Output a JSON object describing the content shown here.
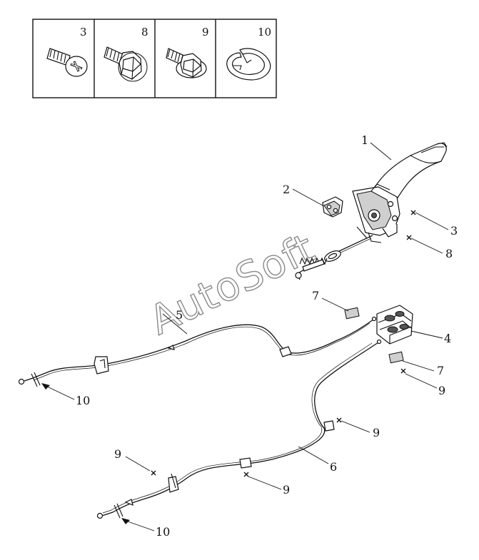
{
  "inset": {
    "cells": [
      {
        "number": "3",
        "icon": "pan-head-screw-icon"
      },
      {
        "number": "8",
        "icon": "hex-bolt-icon"
      },
      {
        "number": "9",
        "icon": "flange-bolt-icon"
      },
      {
        "number": "10",
        "icon": "e-clip-icon"
      }
    ]
  },
  "watermark": "AutoSoft",
  "callouts": {
    "c1": "1",
    "c2": "2",
    "c3": "3",
    "c4": "4",
    "c5": "5",
    "c6": "6",
    "c7a": "7",
    "c7b": "7",
    "c8": "8",
    "c9a": "9",
    "c9b": "9",
    "c9c": "9",
    "c9d": "9",
    "c10a": "10",
    "c10b": "10"
  }
}
